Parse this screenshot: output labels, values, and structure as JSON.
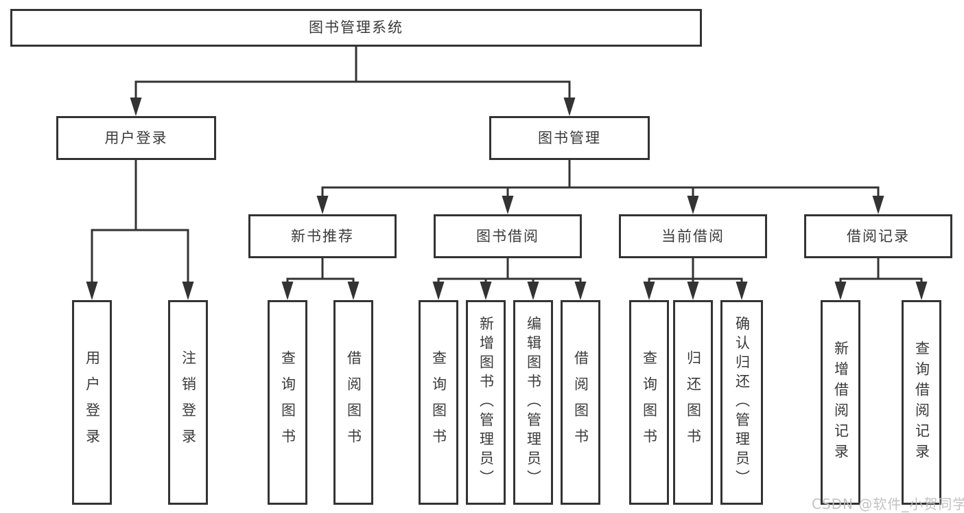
{
  "diagram_type": "function-structure-tree",
  "tree": {
    "label": "图书管理系统",
    "children": [
      {
        "label": "用户登录",
        "children": [
          {
            "label": "用户登录"
          },
          {
            "label": "注销登录"
          }
        ]
      },
      {
        "label": "图书管理",
        "children": [
          {
            "label": "新书推荐",
            "children": [
              {
                "label": "查询图书"
              },
              {
                "label": "借阅图书"
              }
            ]
          },
          {
            "label": "图书借阅",
            "children": [
              {
                "label": "查询图书"
              },
              {
                "label": "新增图书（管理员）"
              },
              {
                "label": "编辑图书（管理员）"
              },
              {
                "label": "借阅图书"
              }
            ]
          },
          {
            "label": "当前借阅",
            "children": [
              {
                "label": "查询图书"
              },
              {
                "label": "归还图书"
              },
              {
                "label": "确认归还（管理员）"
              }
            ]
          },
          {
            "label": "借阅记录",
            "children": [
              {
                "label": "新增借阅记录"
              },
              {
                "label": "查询借阅记录"
              }
            ]
          }
        ]
      }
    ]
  },
  "watermark": {
    "text": "CSDN @软件_小贺同学",
    "color": "#bdbdbd"
  },
  "colors": {
    "background": "#ffffff",
    "line": "#333333",
    "box_border": "#333333",
    "text": "#3a3a3a"
  }
}
